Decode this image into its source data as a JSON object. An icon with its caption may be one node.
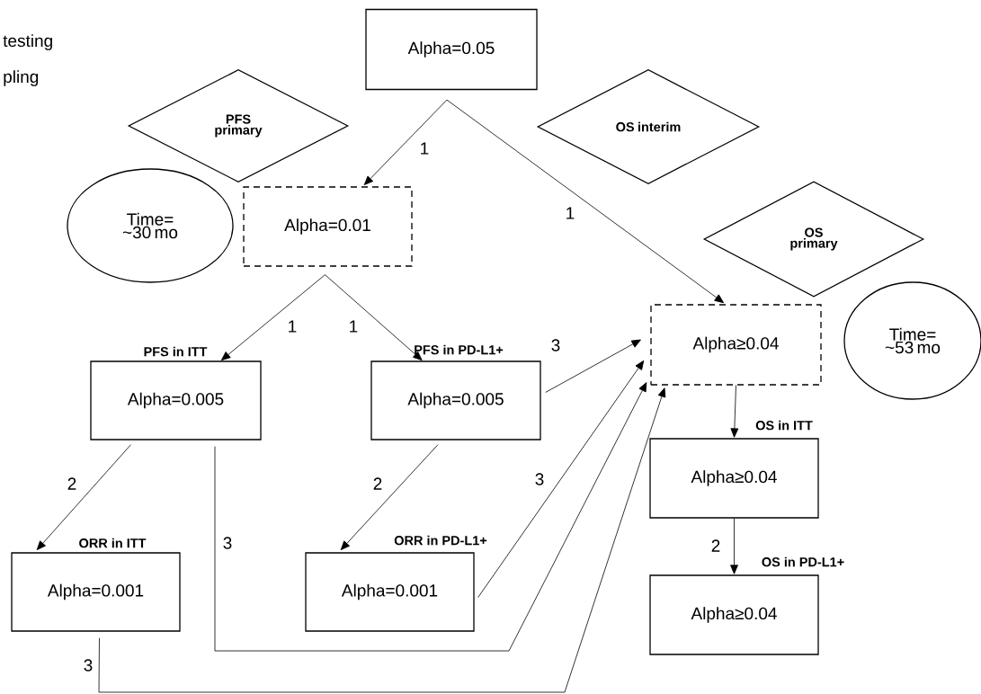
{
  "diagram": {
    "nodes": [
      {
        "text": [
          "Alpha=0.05"
        ]
      },
      {
        "text": [
          "PFS primary"
        ]
      },
      {
        "text": [
          "OS interim"
        ]
      },
      {
        "text": [
          "Time= ~30 mo"
        ]
      },
      {
        "text": [
          "Alpha=0.01"
        ]
      },
      {
        "text": [
          "OS primary"
        ]
      },
      {
        "text": [
          "Alpha≥0.04"
        ]
      },
      {
        "text": [
          "Time= ~53 mo"
        ]
      },
      {
        "text": [
          "PFS in ITT",
          "Alpha=0.005"
        ]
      },
      {
        "text": [
          "PFS in PD-L1+",
          "Alpha=0.005"
        ]
      },
      {
        "text": [
          "OS in ITT",
          "Alpha≥0.04"
        ]
      },
      {
        "text": [
          "ORR in ITT",
          "Alpha=0.001"
        ]
      },
      {
        "text": [
          "ORR in PD-L1+",
          "Alpha=0.001"
        ]
      },
      {
        "text": [
          "OS in PD-L1+",
          "Alpha≥0.04"
        ]
      }
    ],
    "edges": [
      {
        "from": 0,
        "to": 4,
        "arrow": "to",
        "label": "1"
      },
      {
        "from": 0,
        "to": 6,
        "arrow": "to",
        "label": "1"
      },
      {
        "from": 4,
        "to": 8,
        "arrow": "to",
        "label": "1"
      },
      {
        "from": 4,
        "to": 9,
        "arrow": "to",
        "label": "1"
      },
      {
        "from": 8,
        "to": 11,
        "arrow": "to",
        "label": "2"
      },
      {
        "from": 9,
        "to": 12,
        "arrow": "to",
        "label": "2"
      },
      {
        "from": 9,
        "to": 6,
        "arrow": "to",
        "label": "3"
      },
      {
        "from": 12,
        "to": 6,
        "arrow": "to",
        "label": "3"
      },
      {
        "from": 8,
        "to": 6,
        "arrow": "to",
        "label": "3"
      },
      {
        "from": 11,
        "to": 6,
        "arrow": "to",
        "label": "3"
      },
      {
        "from": 6,
        "to": 10,
        "arrow": "to"
      },
      {
        "from": 10,
        "to": 13,
        "arrow": "to",
        "label": "2"
      }
    ],
    "labels": [
      "testing",
      "pling"
    ]
  }
}
